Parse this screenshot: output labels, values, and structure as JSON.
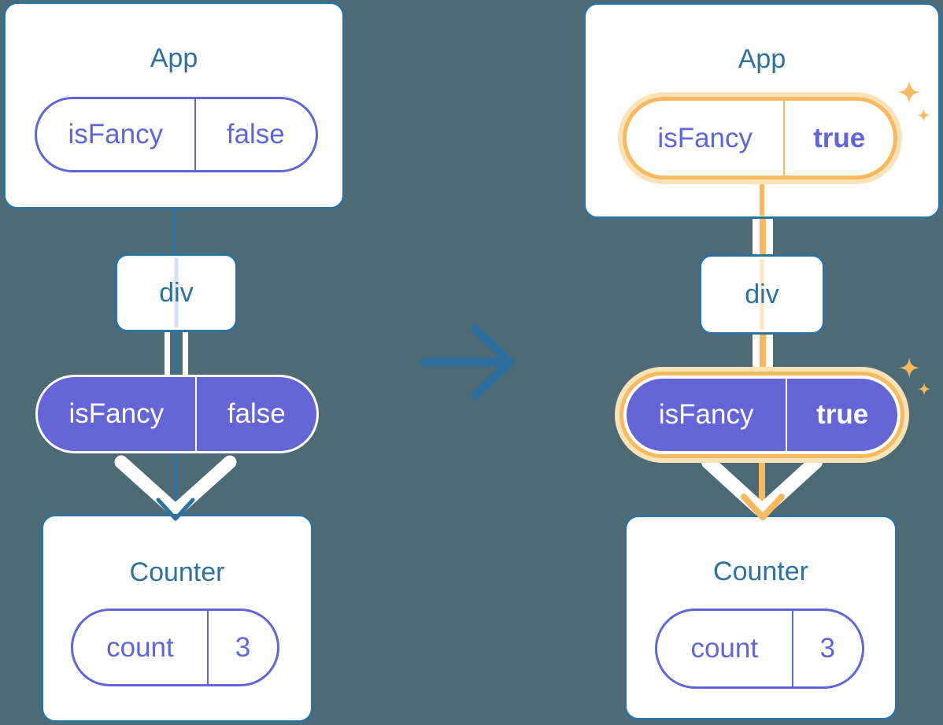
{
  "colors": {
    "background": "#4E6A74",
    "blue": "#2F719F",
    "title_blue": "#2D719C",
    "purple": "#6366D4",
    "purple_text": "#6165D6",
    "orange": "#F7BA61",
    "orange_glow": "#FBE3B8",
    "pale_blue_line": "#D7DEF0",
    "pale_orange_line": "#FBE8CD",
    "white": "#FFFFFF"
  },
  "icons": {
    "transition": "right-arrow-icon",
    "highlight": "sparkles-icon",
    "pass_down": "double-chevron-down-icon"
  },
  "left": {
    "app": {
      "title": "App",
      "pill": {
        "name": "isFancy",
        "value": "false"
      }
    },
    "div": {
      "label": "div"
    },
    "props_pill": {
      "name": "isFancy",
      "value": "false"
    },
    "counter": {
      "title": "Counter",
      "pill": {
        "name": "count",
        "value": "3"
      }
    }
  },
  "right": {
    "app": {
      "title": "App",
      "pill": {
        "name": "isFancy",
        "value": "true"
      }
    },
    "div": {
      "label": "div"
    },
    "props_pill": {
      "name": "isFancy",
      "value": "true"
    },
    "counter": {
      "title": "Counter",
      "pill": {
        "name": "count",
        "value": "3"
      }
    }
  }
}
